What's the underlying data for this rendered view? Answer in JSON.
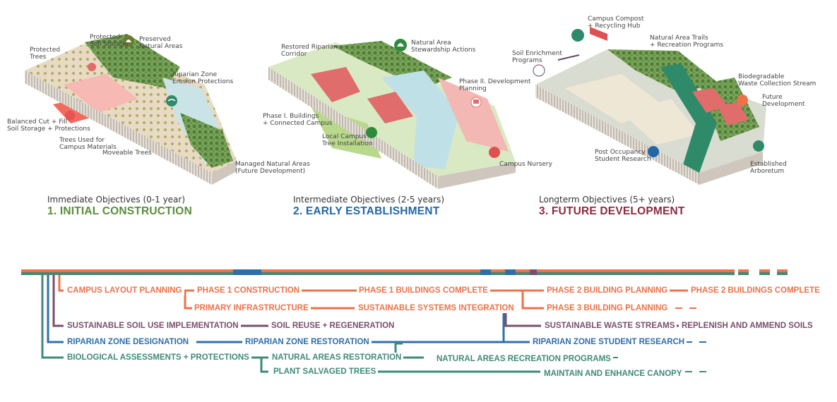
{
  "colors": {
    "orange": "#ee7149",
    "purple": "#7a4e6d",
    "blue": "#2f6fa9",
    "teal": "#3e8a78",
    "green_title": "#5b8c3c",
    "blue_title": "#2467a6",
    "maroon_title": "#8a2b42"
  },
  "phases": [
    {
      "subtitle": "Immediate Objectives (0-1 year)",
      "title": "1. INITIAL CONSTRUCTION",
      "labels": [
        "Protected\nTrees",
        "Protected\nSoil Storage",
        "Preserved\nNatural Areas",
        "Riparian Zone\nErosion Protections",
        "Balanced Cut + Fill\nSoil Storage + Protections",
        "Trees Used for\nCampus Materials",
        "Moveable Trees",
        "Managed Natural Areas\n(Future Development)"
      ]
    },
    {
      "subtitle": "Intermediate Objectives (2-5 years)",
      "title": "2. EARLY ESTABLISHMENT",
      "labels": [
        "Restored Riparian\nCorridor",
        "Natural Area\nStewardship Actions",
        "Phase II. Development\nPlanning",
        "Phase I. Buildings\n+ Connected Campus",
        "Local Campus\nTree Installation",
        "Campus Nursery"
      ]
    },
    {
      "subtitle": "Longterm Objectives (5+ years)",
      "title": "3. FUTURE DEVELOPMENT",
      "labels": [
        "Campus Compost\n+ Recycling Hub",
        "Natural Area Trails\n+ Recreation Programs",
        "Soil Enrichment\nPrograms",
        "Biodegradable\nWaste Collection Stream",
        "Future\nDevelopment",
        "Post Occupancy\nStudent Research",
        "Established\nArboretum"
      ]
    }
  ],
  "timeline": {
    "orange": [
      "CAMPUS LAYOUT PLANNING",
      "PHASE 1 CONSTRUCTION",
      "PHASE 1 BUILDINGS COMPLETE",
      "PHASE 2 BUILDING PLANNING",
      "PHASE 2 BUILDINGS COMPLETE",
      "PRIMARY INFRASTRUCTURE",
      "SUSTAINABLE SYSTEMS INTEGRATION",
      "PHASE 3 BUILDING PLANNING"
    ],
    "purple": [
      "SUSTAINABLE SOIL USE IMPLEMENTATION",
      "SOIL REUSE + REGENERATION",
      "SUSTAINABLE WASTE STREAMS",
      "REPLENISH AND AMMEND SOILS"
    ],
    "blue": [
      "RIPARIAN ZONE DESIGNATION",
      "RIPARIAN ZONE RESTORATION",
      "RIPARIAN ZONE STUDENT RESEARCH"
    ],
    "teal": [
      "BIOLOGICAL ASSESSMENTS + PROTECTIONS",
      "NATURAL AREAS RESTORATION",
      "NATURAL AREAS RECREATION PROGRAMS",
      "PLANT SALVAGED TREES",
      "MAINTAIN AND ENHANCE CANOPY"
    ]
  }
}
